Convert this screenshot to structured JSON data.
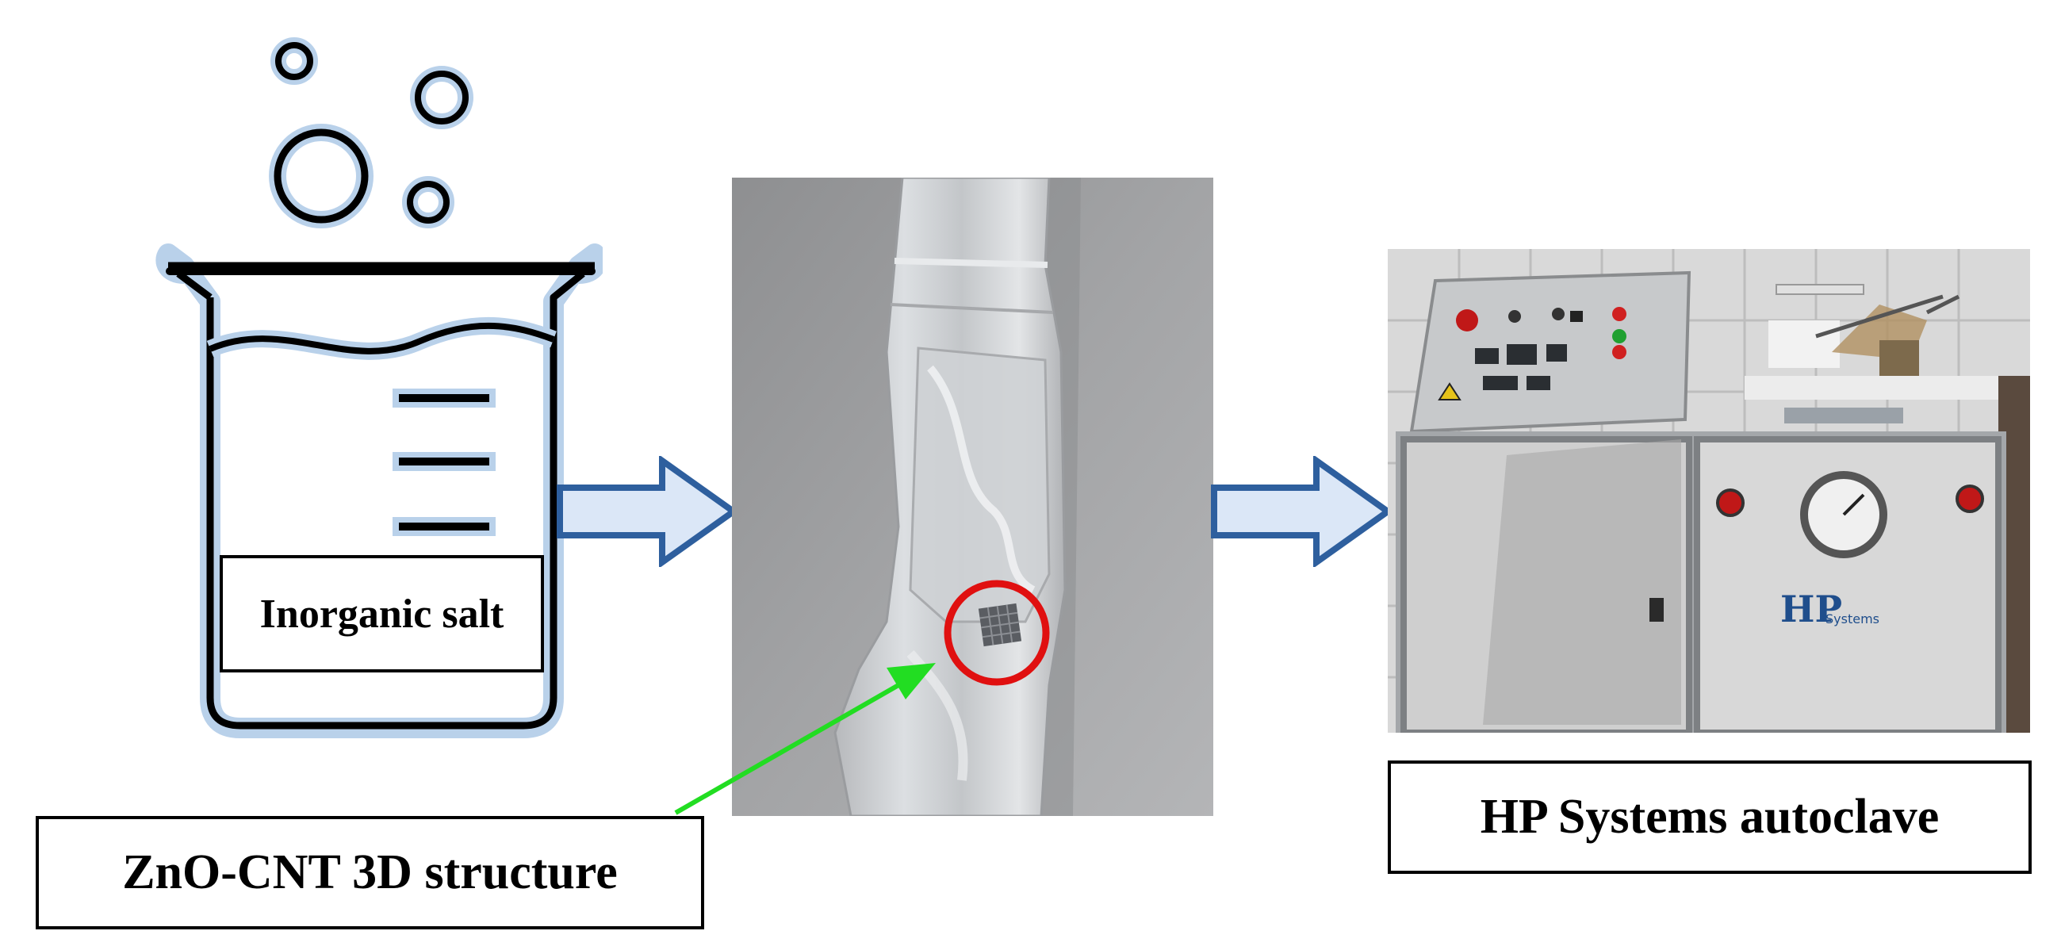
{
  "labels": {
    "beaker": "Inorganic salt",
    "structure": "ZnO-CNT 3D structure",
    "autoclave": "HP Systems autoclave"
  },
  "photo_text": {
    "brand": "HP",
    "brand_sub": "Systems"
  },
  "colors": {
    "beaker_outline": "#b9d1ea",
    "arrow_fill": "#dbe7f7",
    "arrow_stroke": "#2e5f9e",
    "highlight_circle": "#e01010",
    "pointer_arrow": "#22dd22"
  },
  "icons": [
    "beaker-icon",
    "bubble-icon",
    "flow-arrow-icon",
    "pointer-arrow-icon"
  ]
}
